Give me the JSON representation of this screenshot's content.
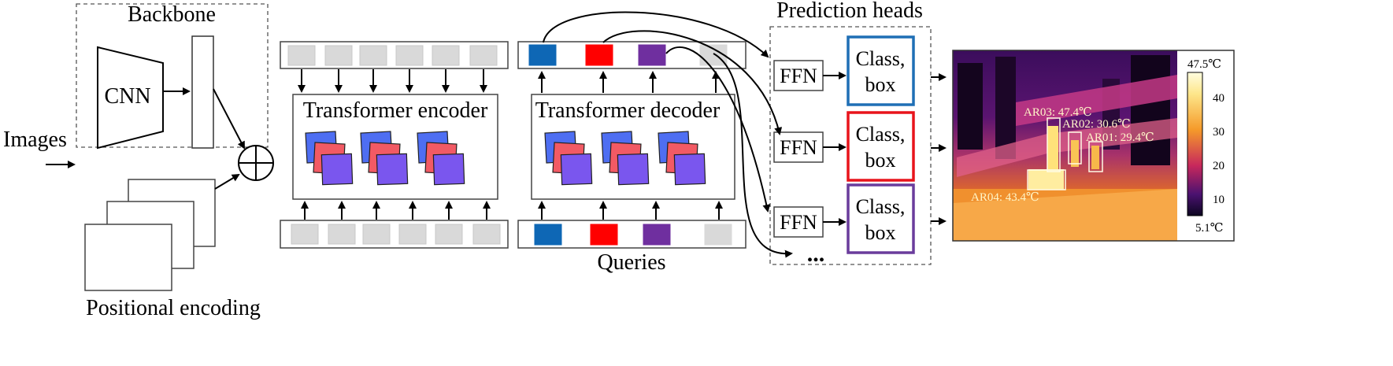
{
  "backbone": {
    "title": "Backbone",
    "cnn_label": "CNN"
  },
  "inputs": {
    "images_label": "Images",
    "positional_label": "Positional encoding"
  },
  "encoder": {
    "title": "Transformer encoder"
  },
  "decoder": {
    "title": "Transformer decoder",
    "queries_label": "Queries"
  },
  "heads": {
    "title": "Prediction heads",
    "ffn_label": "FFN",
    "class_box_label_line1": "Class,",
    "class_box_label_line2": "box",
    "more_label": "...",
    "head_colors": [
      "#1f6fb5",
      "#e8141b",
      "#6a3c9c"
    ]
  },
  "query_colors": [
    "#0e67b5",
    "#ff0000",
    "#6f2f9f"
  ],
  "thermal": {
    "scale_max": "47.5℃",
    "scale_min": "5.1℃",
    "scale_ticks": [
      "40",
      "30",
      "20",
      "10"
    ],
    "regions": [
      {
        "label": "AR03: 47.4℃"
      },
      {
        "label": "AR02: 30.6℃"
      },
      {
        "label": "AR01: 29.4℃"
      },
      {
        "label": "AR04: 43.4℃"
      }
    ]
  }
}
